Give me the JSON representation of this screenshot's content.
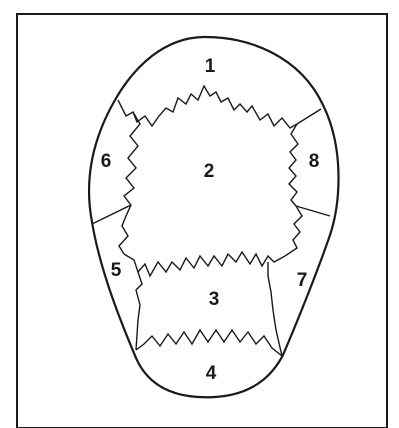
{
  "diagram": {
    "labels": {
      "region_1": "1",
      "region_2": "2",
      "region_3": "3",
      "region_4": "4",
      "region_5": "5",
      "region_6": "6",
      "region_7": "7",
      "region_8": "8"
    },
    "colors": {
      "line": "#1a1a1a",
      "background": "#ffffff",
      "frame": "#1a1a1a"
    }
  }
}
